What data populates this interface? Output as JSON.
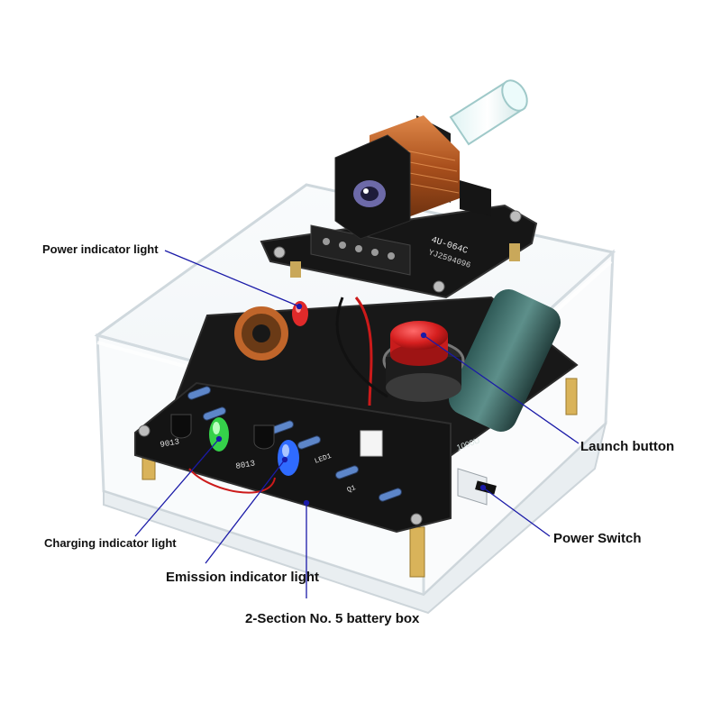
{
  "labels": {
    "power_indicator": "Power indicator light",
    "launch_button": "Launch button",
    "charging_indicator": "Charging indicator light",
    "power_switch": "Power Switch",
    "emission_indicator": "Emission indicator light",
    "battery_box": "2-Section No. 5 battery box"
  },
  "board_markings": {
    "top_board": "4U-064C",
    "top_board_sub": "YJ2594096",
    "ic1": "9013",
    "ic2": "8013",
    "transistor_label": "Q1",
    "led_label": "LED1",
    "cap_label": "1000U"
  },
  "colors": {
    "callout_line": "#1a1aa8",
    "label_text": "#111111",
    "pcb": "#151515",
    "coil": "#c0652a",
    "launch_button": "#d61f1f",
    "led_green": "#35d14a",
    "led_blue": "#2f6bff",
    "led_red": "#e02a2a",
    "acrylic_edge": "#dfe6ea"
  }
}
